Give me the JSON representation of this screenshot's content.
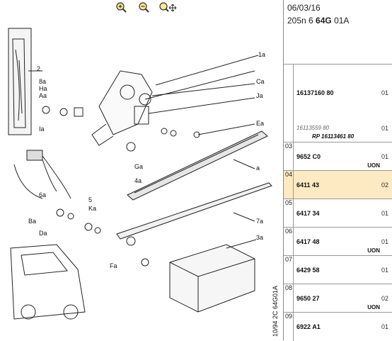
{
  "toolbar": {
    "zoom_in": "zoom-in",
    "zoom_out": "zoom-out",
    "pan": "pan"
  },
  "header": {
    "date": "06/03/16",
    "model": "205n 6",
    "group": "64G",
    "sub": "01A"
  },
  "diagram": {
    "labels": {
      "l1a": "1a",
      "l2": "2",
      "l8a": "8a",
      "lHa": "Ha",
      "lAa": "Aa",
      "lCa": "Ca",
      "lJa": "Ja",
      "lEa": "Ea",
      "lIa": "Ia",
      "lGa": "Ga",
      "l4a": "4a",
      "la": "a",
      "l6a": "6a",
      "l5": "5",
      "lKa": "Ka",
      "lBa": "Ba",
      "lDa": "Da",
      "l7a": "7a",
      "l3a": "3a",
      "lFa": "Fa"
    },
    "side_code": "10/94 2C 64G01A"
  },
  "rows": [
    {
      "idx": "",
      "ref": "16137160 80",
      "qty": "01"
    },
    {
      "idx": "",
      "ref": "16113559 80",
      "qty": "01",
      "alt": true,
      "rp": "RP 16113461 80"
    },
    {
      "idx": "03",
      "ref": "9652 C0",
      "qty": "01",
      "note": "UON"
    },
    {
      "idx": "04",
      "ref": "6411 43",
      "qty": "02",
      "selected": true
    },
    {
      "idx": "05",
      "ref": "6417 34",
      "qty": "01"
    },
    {
      "idx": "06",
      "ref": "6417 48",
      "qty": "01",
      "note": "UON"
    },
    {
      "idx": "07",
      "ref": "6429 58",
      "qty": "01"
    },
    {
      "idx": "08",
      "ref": "9650 27",
      "qty": "02",
      "note": "UON"
    },
    {
      "idx": "09",
      "ref": "6922 A1",
      "qty": "01"
    }
  ]
}
